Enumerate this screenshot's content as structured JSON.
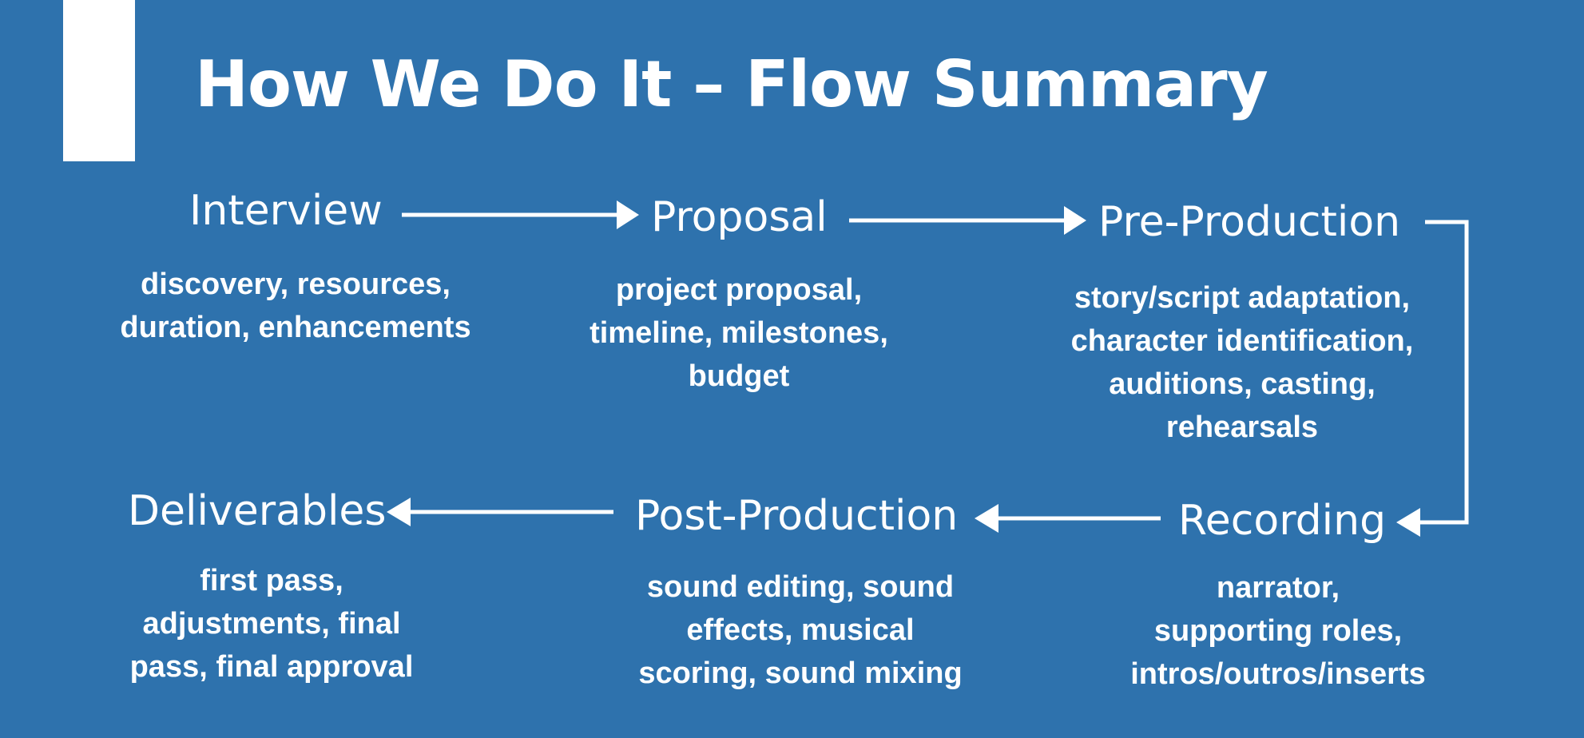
{
  "title": "How We Do It – Flow Summary",
  "colors": {
    "background": "#2e72ad",
    "foreground": "#ffffff"
  },
  "stages": [
    {
      "name": "Interview",
      "description": [
        "discovery, resources,",
        "duration, enhancements"
      ]
    },
    {
      "name": "Proposal",
      "description": [
        "project proposal,",
        "timeline, milestones,",
        "budget"
      ]
    },
    {
      "name": "Pre-Production",
      "description": [
        "story/script adaptation,",
        "character identification,",
        "auditions, casting,",
        "rehearsals"
      ]
    },
    {
      "name": "Recording",
      "description": [
        "narrator,",
        "supporting roles,",
        "intros/outros/inserts"
      ]
    },
    {
      "name": "Post-Production",
      "description": [
        "sound editing, sound",
        "effects, musical",
        "scoring, sound mixing"
      ]
    },
    {
      "name": "Deliverables",
      "description": [
        "first pass,",
        "adjustments, final",
        "pass, final approval"
      ]
    }
  ]
}
